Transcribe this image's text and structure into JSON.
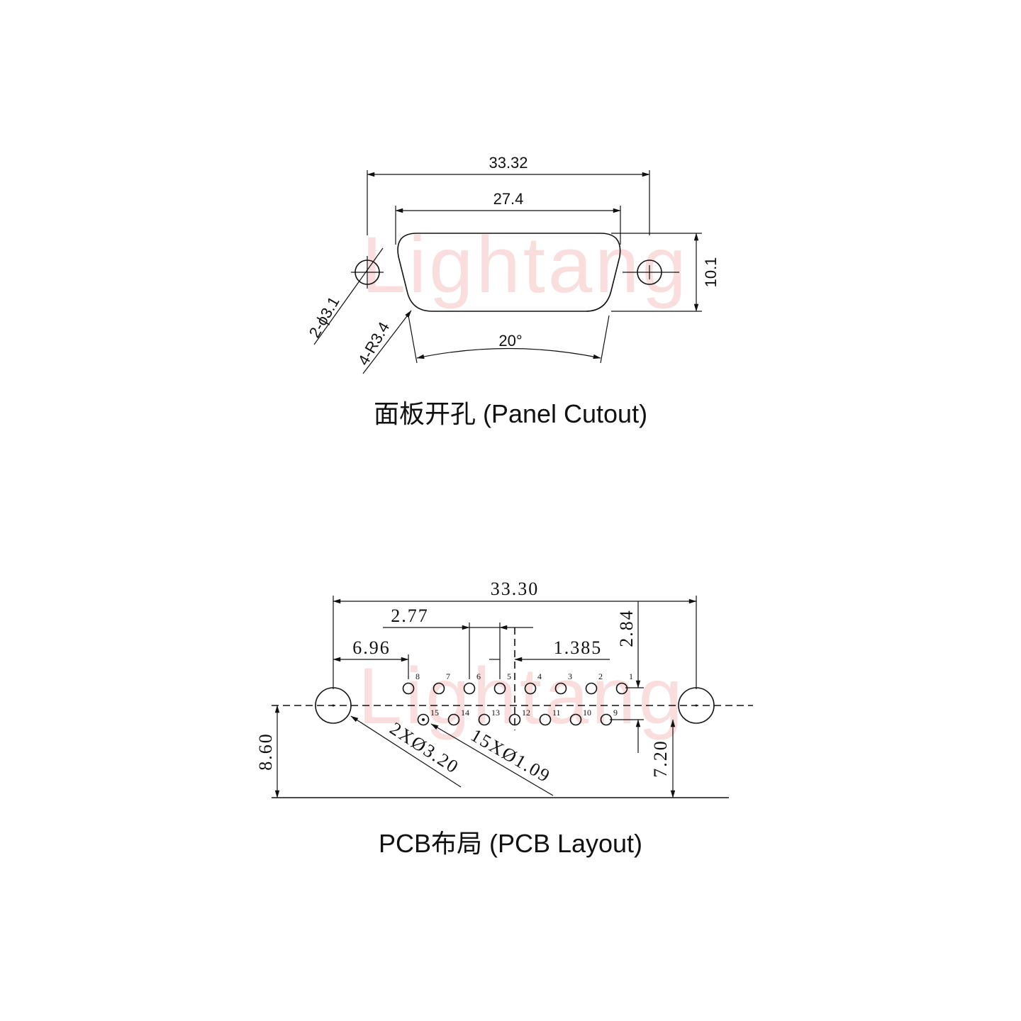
{
  "watermark": "Lightang",
  "panel": {
    "caption": "面板开孔 (Panel Cutout)",
    "dim_total_width": "33.32",
    "dim_shell_width": "27.4",
    "dim_height": "10.1",
    "dim_hole": "2-ϕ3.1",
    "dim_radius": "4-R3.4",
    "dim_angle": "20°"
  },
  "pcb": {
    "caption": "PCB布局 (PCB Layout)",
    "dim_total_width": "33.30",
    "dim_pitch": "2.77",
    "dim_offset": "6.96",
    "dim_half_pitch": "1.385",
    "dim_row_spacing": "2.84",
    "dim_mount_height": "8.60",
    "dim_row_height": "7.20",
    "dim_mount_hole": "2XØ3.20",
    "dim_pin_hole": "15XØ1.09",
    "pins_top": [
      "8",
      "7",
      "6",
      "5",
      "4",
      "3",
      "2",
      "1"
    ],
    "pins_bottom": [
      "15",
      "14",
      "13",
      "12",
      "11",
      "10",
      "9"
    ]
  }
}
